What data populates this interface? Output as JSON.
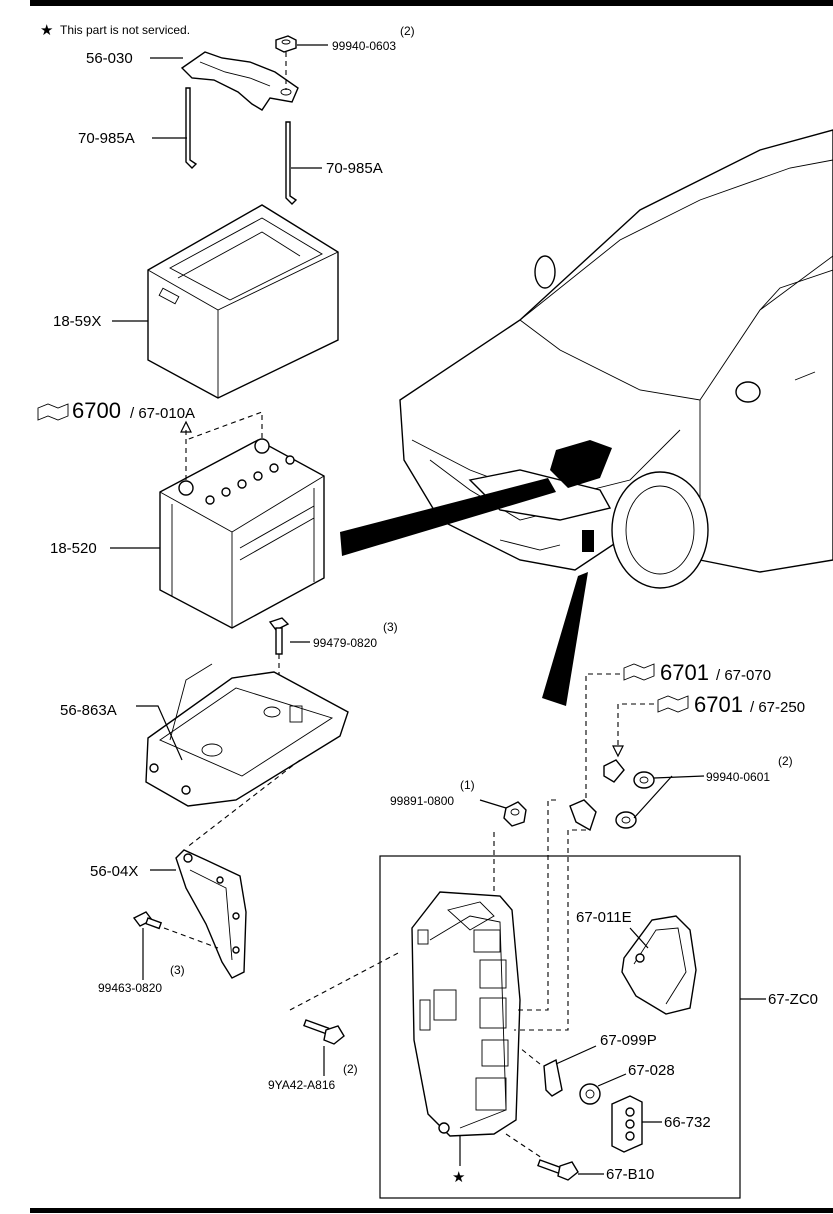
{
  "notice": {
    "star": "★",
    "text": "This part is not serviced."
  },
  "labels": {
    "p56_030": "56-030",
    "p99940_0603": "99940-0603",
    "q99940_0603": "(2)",
    "p70_985A_left": "70-985A",
    "p70_985A_right": "70-985A",
    "p18_59X": "18-59X",
    "ref6700_num": "6700",
    "ref6700_part": "/ 67-010A",
    "p18_520": "18-520",
    "p99479_0820": "99479-0820",
    "q99479_0820": "(3)",
    "p56_863A": "56-863A",
    "ref6701a_num": "6701",
    "ref6701a_part": "/ 67-070",
    "ref6701b_num": "6701",
    "ref6701b_part": "/ 67-250",
    "p99940_0601": "99940-0601",
    "q99940_0601": "(2)",
    "p99891_0800": "99891-0800",
    "q99891_0800": "(1)",
    "p56_04X": "56-04X",
    "p67_011E": "67-011E",
    "p67_ZC0": "67-ZC0",
    "p99463_0820": "99463-0820",
    "q99463_0820": "(3)",
    "p67_099P": "67-099P",
    "p9YA42_A816": "9YA42-A816",
    "q9YA42_A816": "(2)",
    "p67_028": "67-028",
    "p66_732": "66-732",
    "p67_B10": "67-B10",
    "star_mark": "★"
  },
  "icons": {
    "ref_book": "reference-book-icon",
    "star": "star-icon"
  }
}
